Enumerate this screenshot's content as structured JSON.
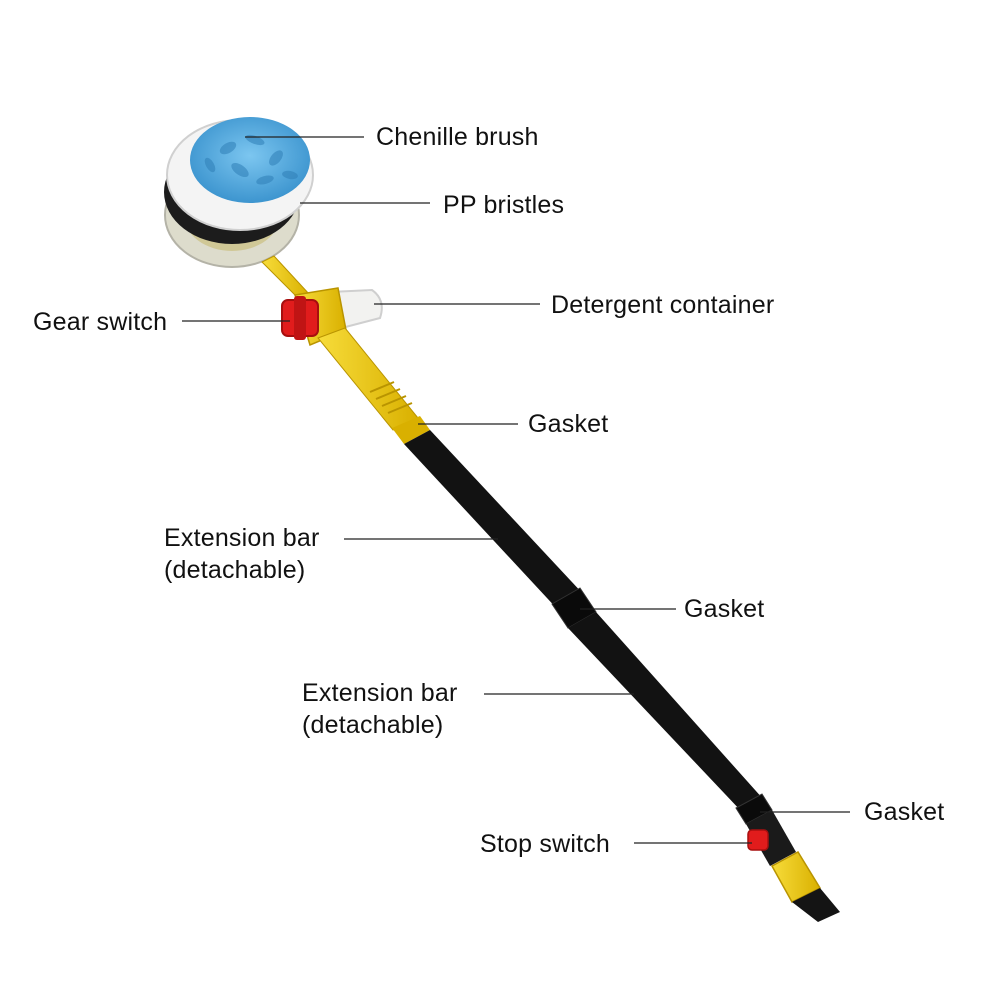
{
  "product": {
    "colors": {
      "pole": "#121212",
      "accent_yellow": "#f2cf12",
      "switch_red": "#e11c1c",
      "chenille_blue": "#5fb4e6",
      "bristle_white": "#f4f4f4",
      "container_clear": "#eeeeee"
    }
  },
  "callouts": [
    {
      "id": "chenille-brush",
      "text": "Chenille brush"
    },
    {
      "id": "pp-bristles",
      "text": "PP bristles"
    },
    {
      "id": "detergent-container",
      "text": "Detergent container"
    },
    {
      "id": "gear-switch",
      "text": "Gear switch"
    },
    {
      "id": "gasket-1",
      "text": "Gasket"
    },
    {
      "id": "extension-bar-1",
      "line1": "Extension bar",
      "line2": "(detachable)"
    },
    {
      "id": "gasket-2",
      "text": "Gasket"
    },
    {
      "id": "extension-bar-2",
      "line1": "Extension bar",
      "line2": "(detachable)"
    },
    {
      "id": "gasket-3",
      "text": "Gasket"
    },
    {
      "id": "stop-switch",
      "text": "Stop switch"
    }
  ]
}
